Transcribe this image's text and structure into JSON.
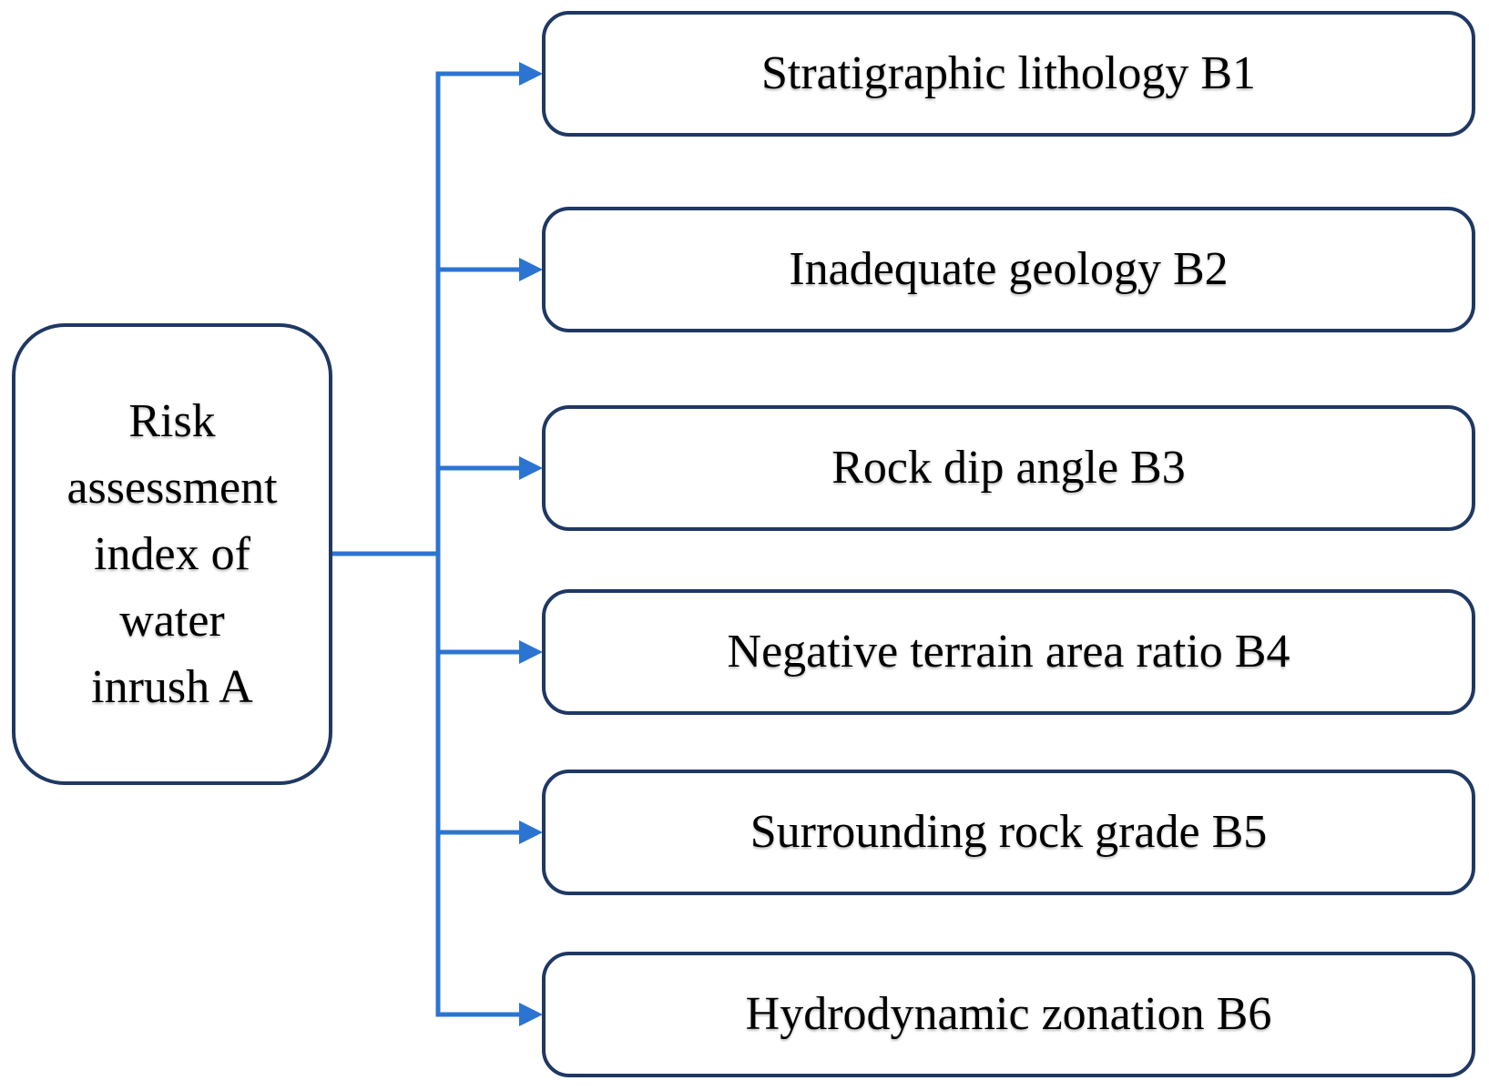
{
  "figure": {
    "type": "hierarchy-diagram",
    "description_visible_text_only": true
  },
  "colors": {
    "box-border": "#1f3864",
    "connector": "#2c74d1",
    "text": "#000000",
    "box-fill": "#ffffff",
    "background": "#ffffff"
  },
  "root": {
    "id": "A",
    "label": "Risk\nassessment\nindex of\nwater\ninrush A"
  },
  "children": [
    {
      "id": "B1",
      "label": "Stratigraphic lithology B1"
    },
    {
      "id": "B2",
      "label": "Inadequate geology B2"
    },
    {
      "id": "B3",
      "label": "Rock dip angle B3"
    },
    {
      "id": "B4",
      "label": "Negative terrain area ratio B4"
    },
    {
      "id": "B5",
      "label": "Surrounding rock grade B5"
    },
    {
      "id": "B6",
      "label": "Hydrodynamic zonation B6"
    }
  ]
}
